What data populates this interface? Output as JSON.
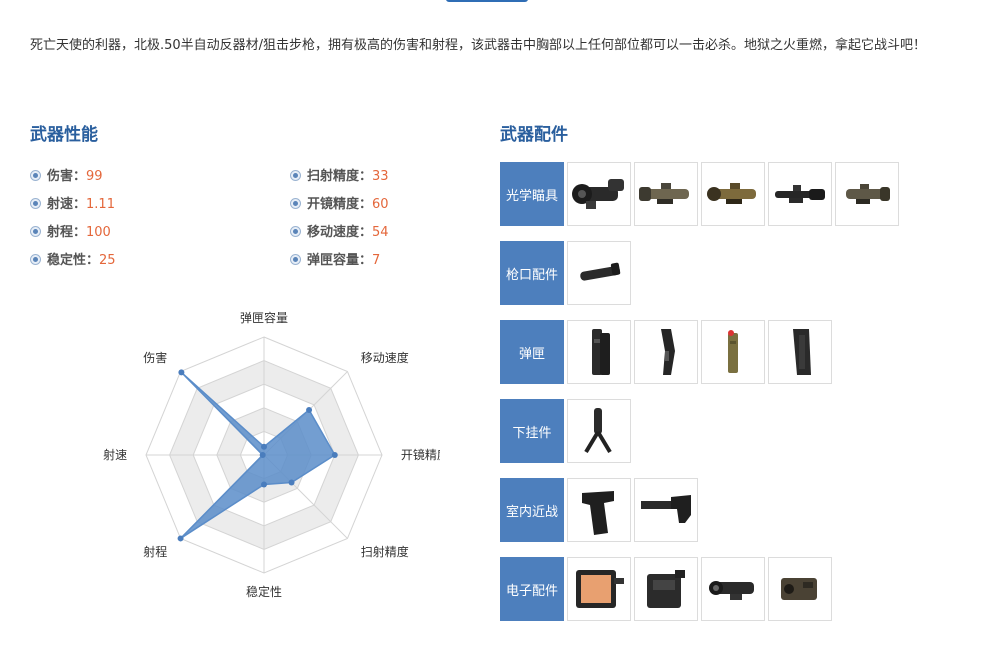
{
  "description": "死亡天使的利器，北极.50半自动反器材/狙击步枪，拥有极高的伤害和射程，该武器击中胸部以上任何部位都可以一击必杀。地狱之火重燃，拿起它战斗吧！",
  "performance": {
    "title": "武器性能",
    "stats": [
      {
        "label": "伤害：",
        "value": "99"
      },
      {
        "label": "射速：",
        "value": "1.11"
      },
      {
        "label": "射程：",
        "value": "100"
      },
      {
        "label": "稳定性：",
        "value": "25"
      },
      {
        "label": "扫射精度：",
        "value": "33"
      },
      {
        "label": "开镜精度：",
        "value": "60"
      },
      {
        "label": "移动速度：",
        "value": "54"
      },
      {
        "label": "弹匣容量：",
        "value": "7"
      }
    ]
  },
  "radar": {
    "axes": [
      "弹匣容量",
      "移动速度",
      "开镜精度",
      "扫射精度",
      "稳定性",
      "射程",
      "射速",
      "伤害"
    ],
    "values": [
      7,
      54,
      60,
      33,
      25,
      100,
      1.11,
      99
    ],
    "max": 100,
    "fill_color": "#5b8dc9",
    "grid_color": "#d4d4d4"
  },
  "parts": {
    "title": "武器配件",
    "categories": [
      {
        "name": "光学瞄具",
        "items": [
          "scope-night-vision-icon",
          "scope-tan-icon",
          "scope-gold-icon",
          "scope-long-black-icon",
          "scope-compact-tan-icon"
        ]
      },
      {
        "name": "枪口配件",
        "items": [
          "suppressor-icon"
        ]
      },
      {
        "name": "弹匣",
        "items": [
          "magazine-double-icon",
          "magazine-curved-icon",
          "magazine-green-icon",
          "magazine-box-icon"
        ]
      },
      {
        "name": "下挂件",
        "items": [
          "bipod-grip-icon"
        ]
      },
      {
        "name": "室内近战",
        "items": [
          "pistol-grip-icon",
          "stock-icon"
        ]
      },
      {
        "name": "电子配件",
        "items": [
          "monitor-sight-icon",
          "battery-pack-icon",
          "laser-module-icon",
          "rangefinder-icon"
        ]
      }
    ]
  }
}
